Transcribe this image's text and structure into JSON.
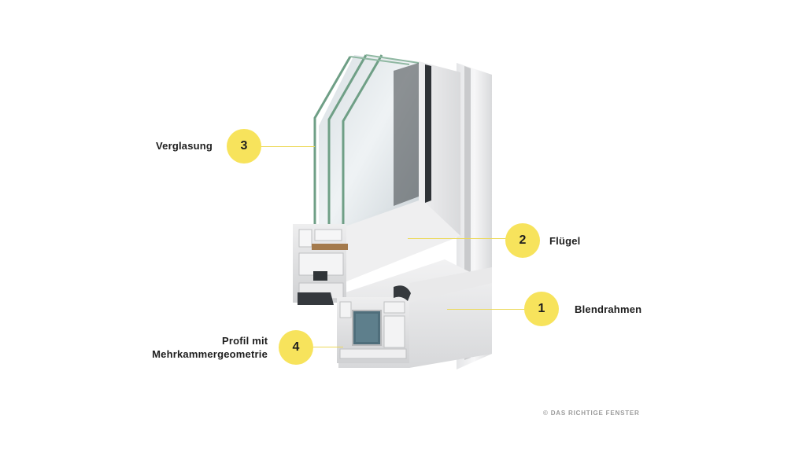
{
  "accent_color": "#f7e35c",
  "callouts": [
    {
      "number": "3",
      "label": "Verglasung"
    },
    {
      "number": "2",
      "label": "Flügel"
    },
    {
      "number": "1",
      "label": "Blendrahmen"
    },
    {
      "number": "4",
      "label_line1": "Profil mit",
      "label_line2": "Mehrkammergeometrie"
    }
  ],
  "copyright": "© DAS RICHTIGE FENSTER"
}
